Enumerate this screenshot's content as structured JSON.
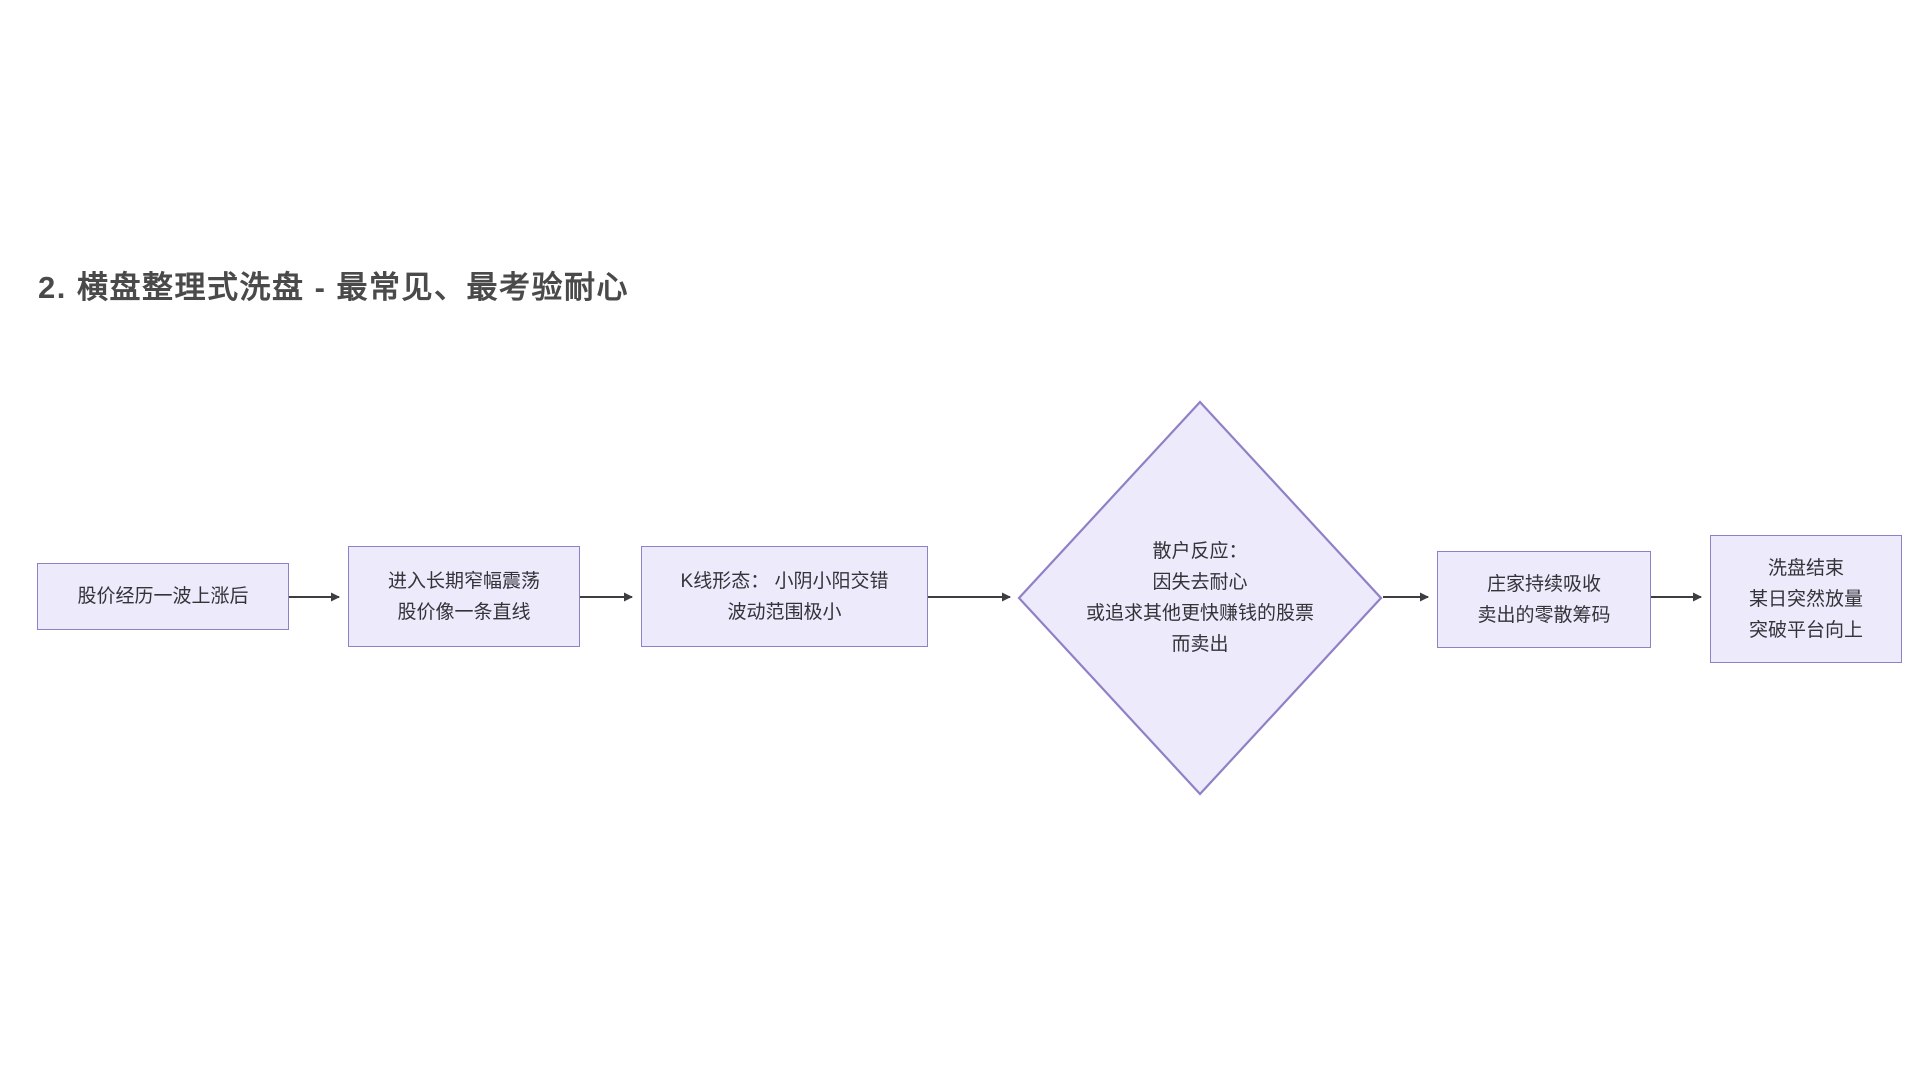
{
  "page": {
    "background_color": "#ffffff",
    "title": "2. 横盘整理式洗盘 - 最常见、最考验耐心",
    "title_color": "#4a4a4a"
  },
  "theme": {
    "node_fill": "#ECEAFB",
    "node_border": "#9080C6",
    "node_text": "#333338",
    "connector_color": "#3d3d42"
  },
  "flow": {
    "nodes": [
      {
        "id": "node-0",
        "shape": "rect",
        "lines": [
          "股价经历一波上涨后"
        ]
      },
      {
        "id": "node-1",
        "shape": "rect",
        "lines": [
          "进入长期窄幅震荡",
          "股价像一条直线"
        ]
      },
      {
        "id": "node-2",
        "shape": "rect",
        "lines": [
          "K线形态： 小阴小阳交错",
          "波动范围极小"
        ]
      },
      {
        "id": "node-3",
        "shape": "diamond",
        "lines": [
          "散户反应：",
          "因失去耐心",
          "或追求其他更快赚钱的股票",
          "而卖出"
        ]
      },
      {
        "id": "node-4",
        "shape": "rect",
        "lines": [
          "庄家持续吸收",
          "卖出的零散筹码"
        ]
      },
      {
        "id": "node-5",
        "shape": "rect",
        "lines": [
          "洗盘结束",
          "某日突然放量",
          "突破平台向上"
        ]
      }
    ],
    "edges": [
      {
        "id": "edge-0",
        "from": "node-0",
        "to": "node-1",
        "label": ""
      },
      {
        "id": "edge-1",
        "from": "node-1",
        "to": "node-2",
        "label": ""
      },
      {
        "id": "edge-2",
        "from": "node-2",
        "to": "node-3",
        "label": ""
      },
      {
        "id": "edge-3",
        "from": "node-3",
        "to": "node-4",
        "label": ""
      },
      {
        "id": "edge-4",
        "from": "node-4",
        "to": "node-5",
        "label": ""
      }
    ]
  }
}
